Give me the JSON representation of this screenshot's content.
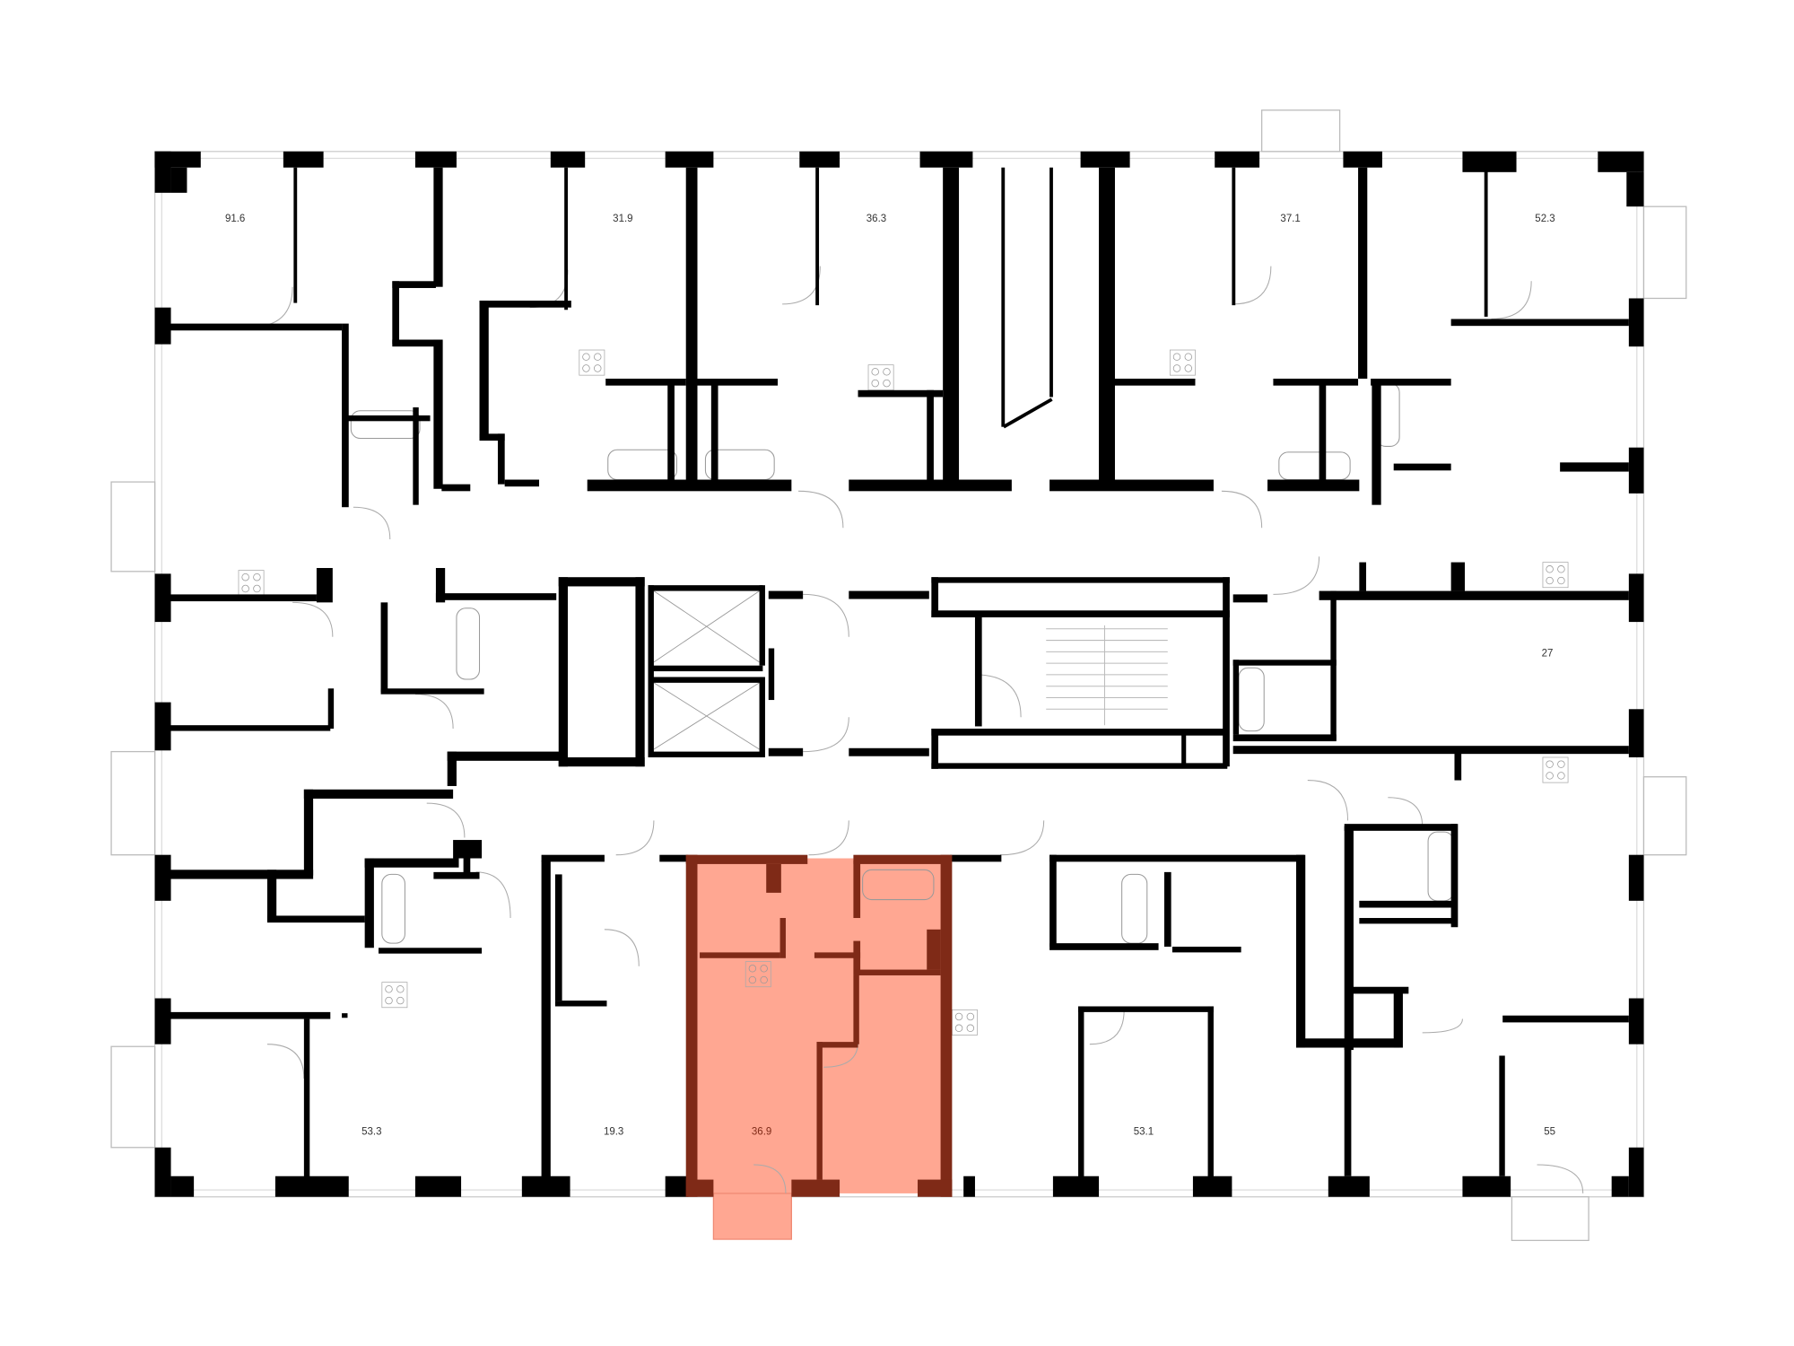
{
  "plan": {
    "highlight_fill": "#ffa792",
    "highlight_wall": "#7f2a17",
    "wall_color": "#000000",
    "units": [
      {
        "id": "u1",
        "area": "91.6"
      },
      {
        "id": "u2",
        "area": "31.9"
      },
      {
        "id": "u3",
        "area": "36.3"
      },
      {
        "id": "u4",
        "area": "37.1"
      },
      {
        "id": "u5",
        "area": "52.3"
      },
      {
        "id": "u6",
        "area": "27"
      },
      {
        "id": "u7",
        "area": "53.3"
      },
      {
        "id": "u8",
        "area": "19.3"
      },
      {
        "id": "u9",
        "area": "36.9",
        "selected": true
      },
      {
        "id": "u10",
        "area": "53.1"
      },
      {
        "id": "u11",
        "area": "55"
      }
    ]
  }
}
